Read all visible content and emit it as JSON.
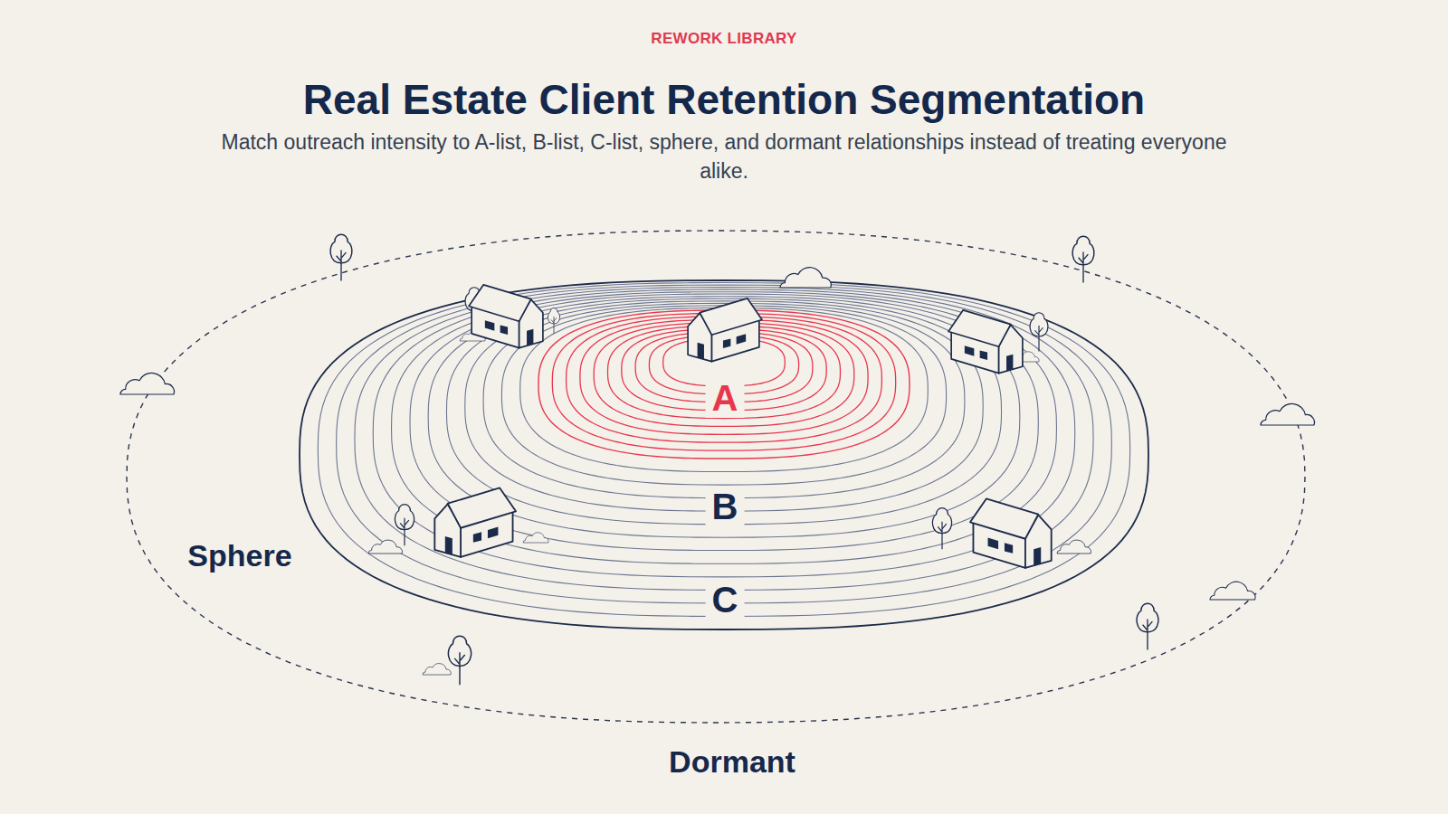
{
  "diagram": {
    "title": "Real Estate Client Retention Segmentation",
    "caption": "Match outreach intensity to A-list, B-list, C-list, sphere, and dormant relationships instead of treating everyone alike.",
    "nodes": [
      {
        "text": [
          "Sphere"
        ]
      },
      {
        "text": [
          "C"
        ],
        "in": 0
      },
      {
        "text": [
          "B"
        ],
        "in": 1
      },
      {
        "text": [
          "A"
        ],
        "in": 2
      }
    ],
    "labels": [
      "REWORK LIBRARY",
      "Dormant"
    ]
  }
}
